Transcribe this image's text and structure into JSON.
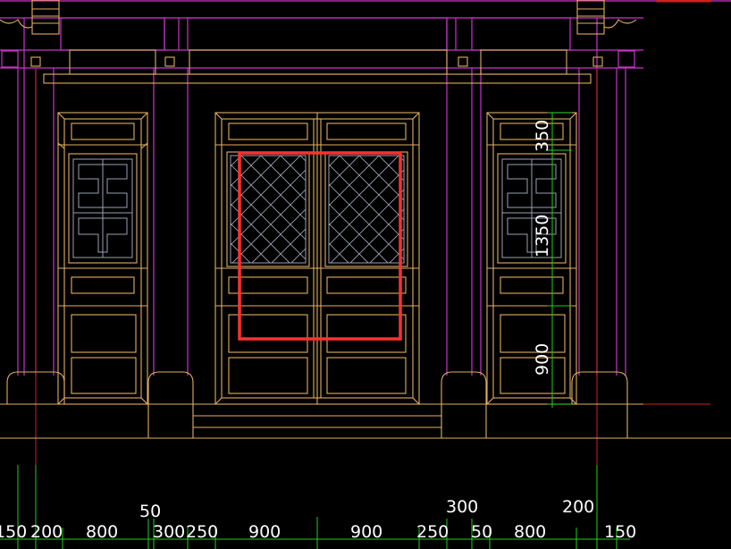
{
  "colors": {
    "background": "#000000",
    "structure": "#cc33cc",
    "outline": "#e0b060",
    "lattice": "#9aa0b0",
    "dimension": "#22cc22",
    "text": "#ffffff",
    "highlight": "#ff3030",
    "axis": "#cc2222"
  },
  "drawing": {
    "type": "CAD front elevation",
    "elements": [
      "columns",
      "beams",
      "left window door",
      "central double doors",
      "right window door",
      "steps",
      "plinths"
    ]
  },
  "vertical_dims": [
    {
      "label": "350"
    },
    {
      "label": "1350"
    },
    {
      "label": "900"
    }
  ],
  "bottom_dims": {
    "row": [
      {
        "label": "150"
      },
      {
        "label": "200"
      },
      {
        "label": "800"
      },
      {
        "label": "300"
      },
      {
        "label": "250"
      },
      {
        "label": "900"
      },
      {
        "label": "900"
      },
      {
        "label": "250"
      },
      {
        "label": "50"
      },
      {
        "label": "800"
      },
      {
        "label": "150"
      }
    ],
    "upper": [
      {
        "label": "50"
      },
      {
        "label": "300"
      },
      {
        "label": "200"
      }
    ]
  },
  "selection": {
    "label": "selection-box"
  }
}
